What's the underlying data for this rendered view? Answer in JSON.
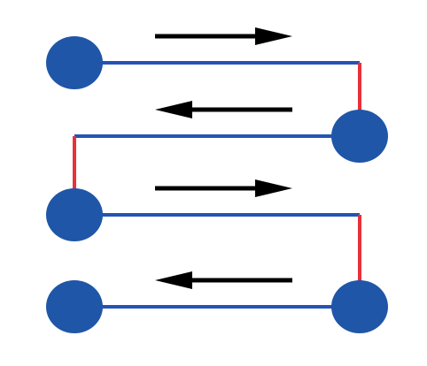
{
  "colors": {
    "node": "#1f56a8",
    "horizontal_link": "#2553b5",
    "vertical_link": "#e8303a",
    "arrow": "#000000",
    "background": "#ffffff"
  },
  "diagram": {
    "rows": [
      {
        "left_node": true,
        "right_node": false,
        "arrow_direction": "right"
      },
      {
        "left_node": false,
        "right_node": true,
        "arrow_direction": "left"
      },
      {
        "left_node": true,
        "right_node": false,
        "arrow_direction": "right"
      },
      {
        "left_node": true,
        "right_node": true,
        "arrow_direction": "left"
      }
    ],
    "vertical_links": [
      {
        "side": "right",
        "from_row": 0,
        "to_row": 1
      },
      {
        "side": "left",
        "from_row": 1,
        "to_row": 2
      },
      {
        "side": "right",
        "from_row": 2,
        "to_row": 3
      }
    ]
  }
}
